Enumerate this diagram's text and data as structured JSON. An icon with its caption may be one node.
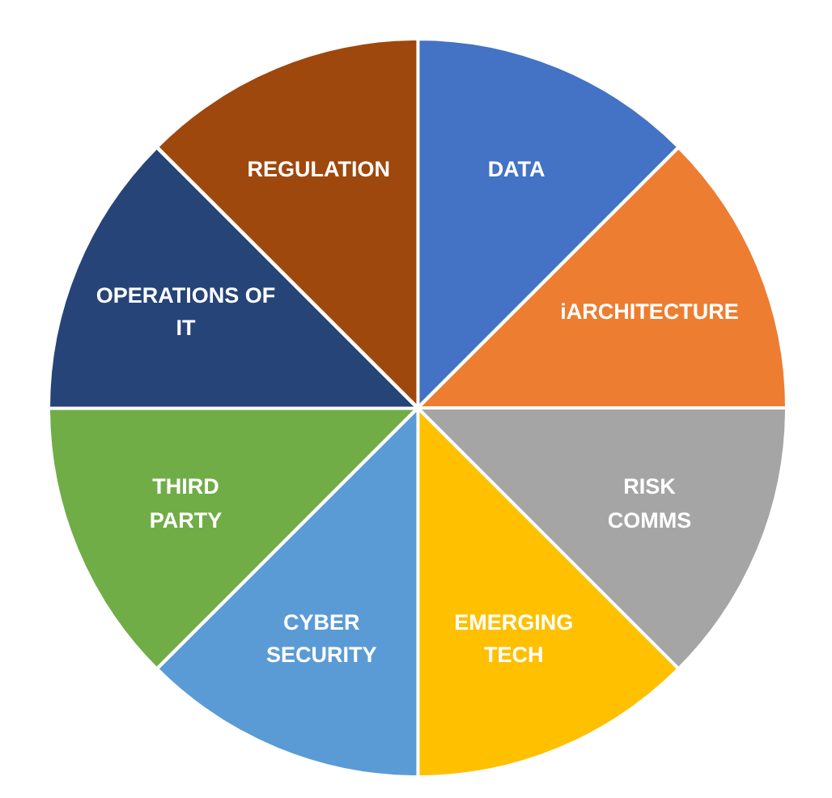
{
  "diagram": {
    "nodes": [
      {
        "text": [
          "DATA"
        ]
      },
      {
        "text": [
          "iARCHITECTURE"
        ]
      },
      {
        "text": [
          "RISK COMMS"
        ]
      },
      {
        "text": [
          "EMERGING TECH"
        ]
      },
      {
        "text": [
          "CYBER SECURITY"
        ]
      },
      {
        "text": [
          "THIRD PARTY"
        ]
      },
      {
        "text": [
          "OPERATIONS OF IT"
        ]
      },
      {
        "text": [
          "REGULATION"
        ]
      }
    ]
  }
}
